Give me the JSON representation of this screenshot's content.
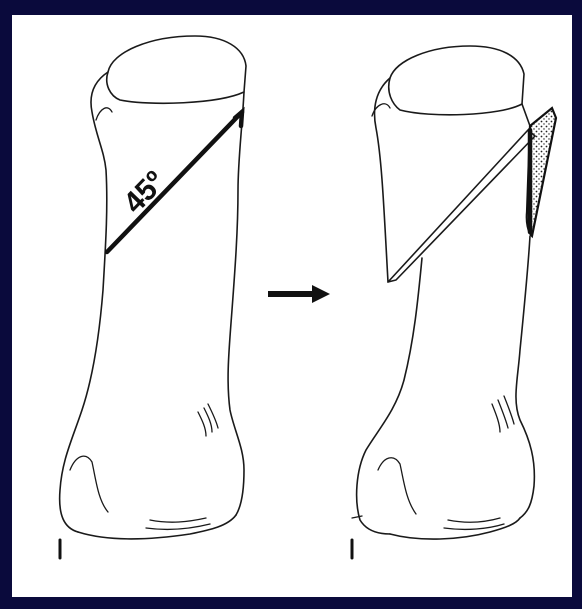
{
  "diagram": {
    "angle_label": "45º",
    "colors": {
      "border": "#0a0a3c",
      "background": "#ffffff",
      "ink": "#111111"
    },
    "panels": [
      {
        "id": "before",
        "marker": "I"
      },
      {
        "id": "after",
        "marker": "I"
      }
    ],
    "arrow": "right-arrow"
  }
}
